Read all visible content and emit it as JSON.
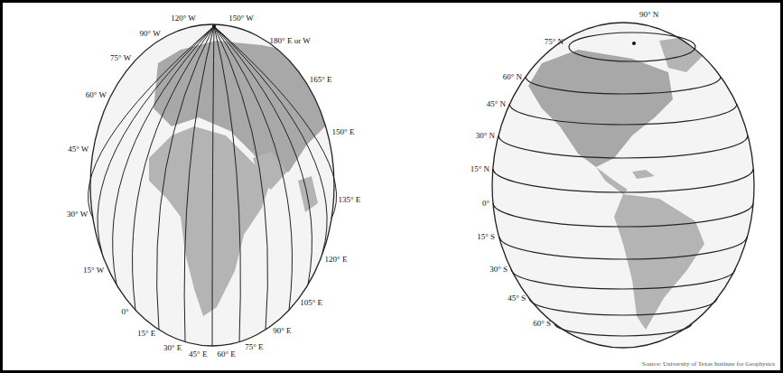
{
  "diagram": {
    "labels": [
      "120° W",
      "150° W",
      "90° W",
      "180° E or W",
      "75° W",
      "165° E",
      "60° W",
      "150° E",
      "45° W",
      "135° E",
      "30° W",
      "120° E",
      "15° W",
      "105° E",
      "0°",
      "90° E",
      "15° E",
      "75° E",
      "30° E",
      "60° E",
      "45° E",
      "75° N",
      "90° N",
      "60° N",
      "45° N",
      "30° N",
      "15° N",
      "0°",
      "15° S",
      "30° S",
      "45° S",
      "60° S",
      "Source: University of Texas Institute for Geophysics"
    ]
  }
}
